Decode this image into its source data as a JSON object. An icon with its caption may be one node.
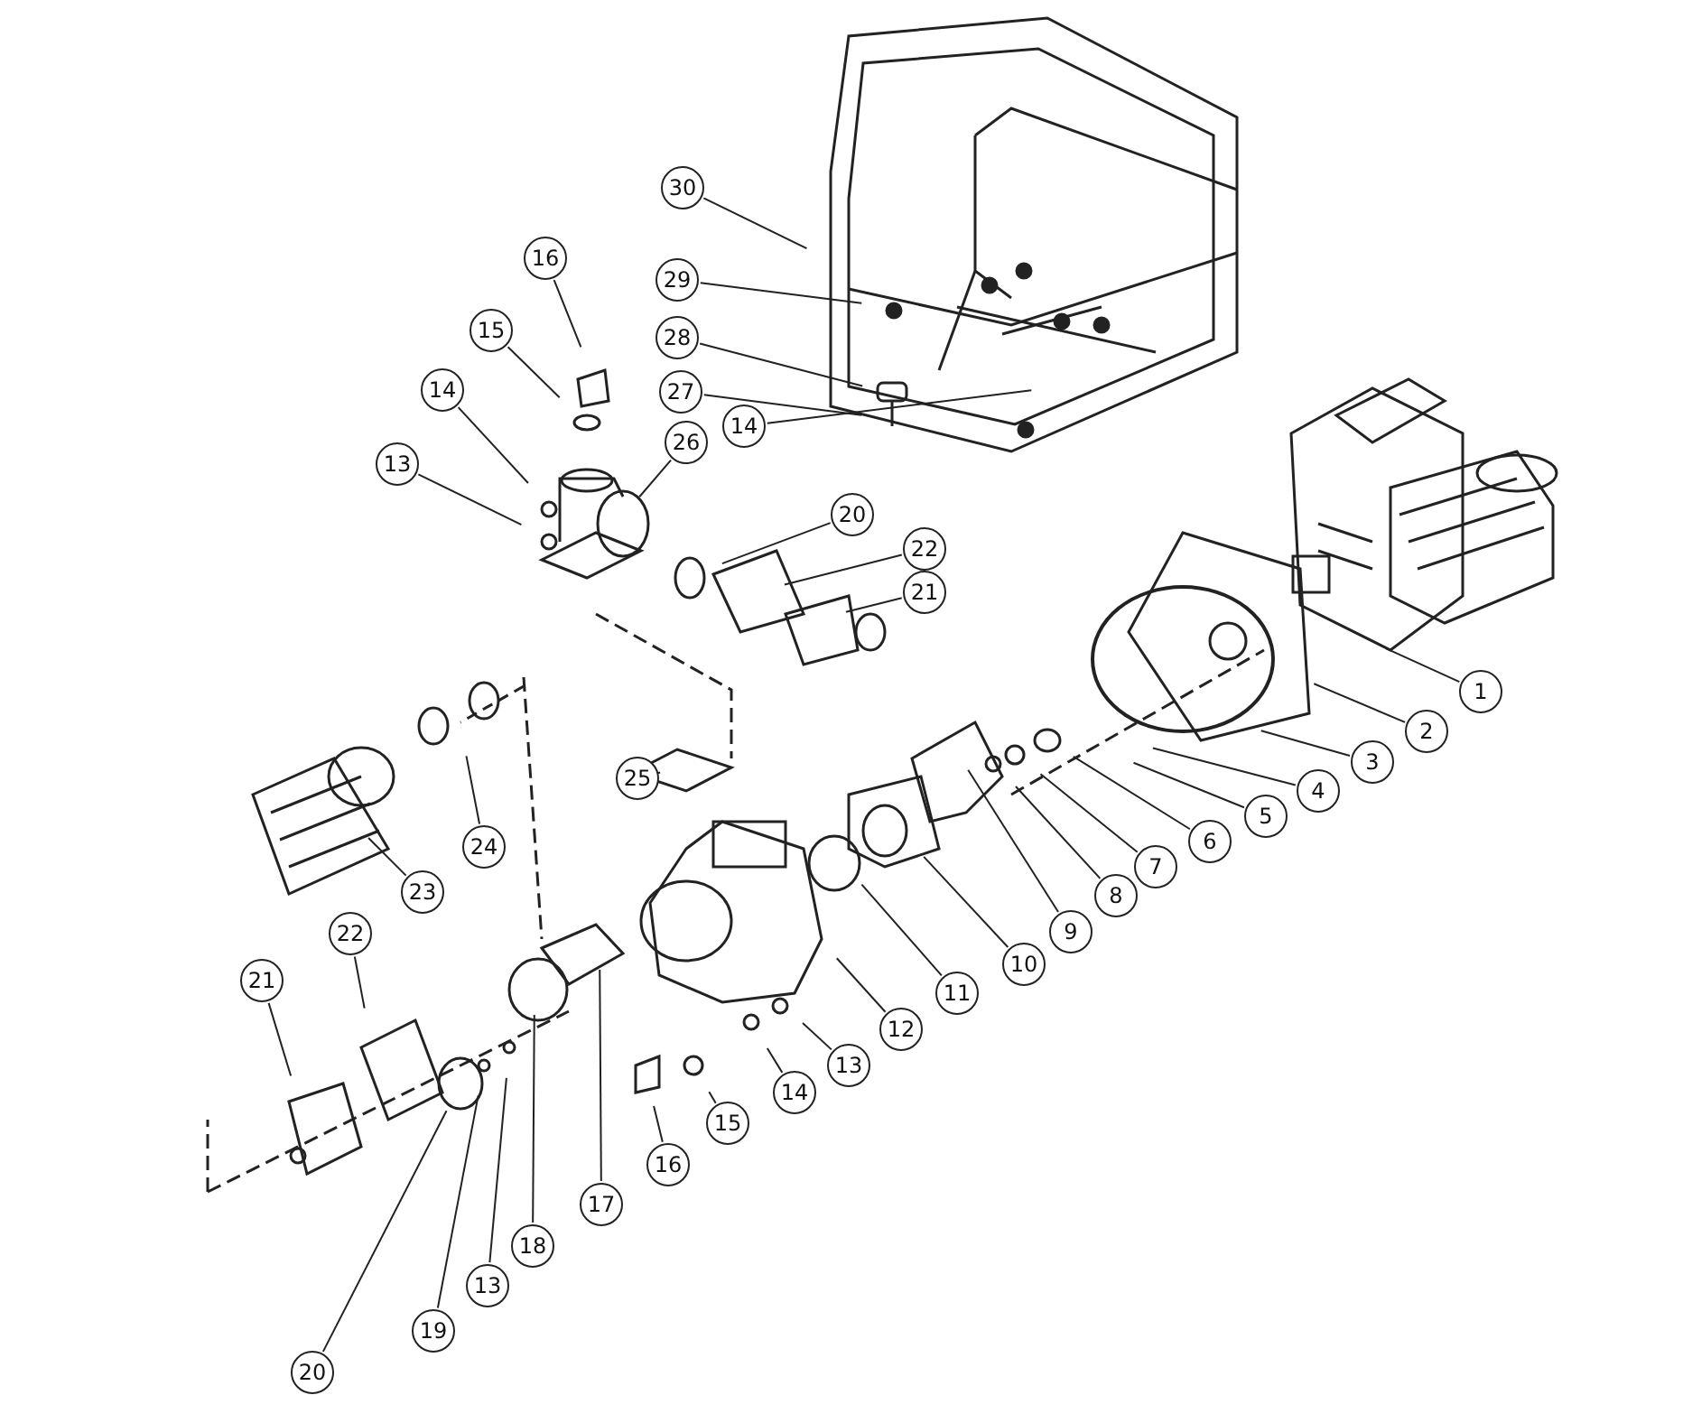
{
  "diagram": {
    "nodes": [
      {
        "text": [
          "30"
        ]
      },
      {
        "text": [
          "16"
        ]
      },
      {
        "text": [
          "29"
        ]
      },
      {
        "text": [
          "15"
        ]
      },
      {
        "text": [
          "28"
        ]
      },
      {
        "text": [
          "27"
        ]
      },
      {
        "text": [
          "14"
        ]
      },
      {
        "text": [
          "14"
        ]
      },
      {
        "text": [
          "13"
        ]
      },
      {
        "text": [
          "26"
        ]
      },
      {
        "text": [
          "20"
        ]
      },
      {
        "text": [
          "22"
        ]
      },
      {
        "text": [
          "21"
        ]
      },
      {
        "text": [
          "1"
        ]
      },
      {
        "text": [
          "2"
        ]
      },
      {
        "text": [
          "3"
        ]
      },
      {
        "text": [
          "4"
        ]
      },
      {
        "text": [
          "5"
        ]
      },
      {
        "text": [
          "6"
        ]
      },
      {
        "text": [
          "7"
        ]
      },
      {
        "text": [
          "8"
        ]
      },
      {
        "text": [
          "9"
        ]
      },
      {
        "text": [
          "10"
        ]
      },
      {
        "text": [
          "11"
        ]
      },
      {
        "text": [
          "12"
        ]
      },
      {
        "text": [
          "13"
        ]
      },
      {
        "text": [
          "14"
        ]
      },
      {
        "text": [
          "15"
        ]
      },
      {
        "text": [
          "16"
        ]
      },
      {
        "text": [
          "17"
        ]
      },
      {
        "text": [
          "18"
        ]
      },
      {
        "text": [
          "13"
        ]
      },
      {
        "text": [
          "19"
        ]
      },
      {
        "text": [
          "20"
        ]
      },
      {
        "text": [
          "21"
        ]
      },
      {
        "text": [
          "22"
        ]
      },
      {
        "text": [
          "23"
        ]
      },
      {
        "text": [
          "24"
        ]
      },
      {
        "text": [
          "25"
        ]
      }
    ],
    "edges": [
      {
        "from": 0,
        "to": null,
        "arrow": "none"
      },
      {
        "from": 1,
        "to": null,
        "arrow": "none"
      },
      {
        "from": 2,
        "to": null,
        "arrow": "none"
      },
      {
        "from": 3,
        "to": null,
        "arrow": "none"
      },
      {
        "from": 4,
        "to": null,
        "arrow": "none"
      },
      {
        "from": 5,
        "to": null,
        "arrow": "none"
      },
      {
        "from": 6,
        "to": null,
        "arrow": "none"
      },
      {
        "from": 7,
        "to": null,
        "arrow": "none"
      },
      {
        "from": 8,
        "to": null,
        "arrow": "none"
      },
      {
        "from": 9,
        "to": null,
        "arrow": "none"
      },
      {
        "from": 10,
        "to": null,
        "arrow": "none"
      },
      {
        "from": 11,
        "to": null,
        "arrow": "none"
      },
      {
        "from": 12,
        "to": null,
        "arrow": "none"
      },
      {
        "from": 13,
        "to": null,
        "arrow": "none"
      },
      {
        "from": 14,
        "to": null,
        "arrow": "none"
      },
      {
        "from": 15,
        "to": null,
        "arrow": "none"
      },
      {
        "from": 16,
        "to": null,
        "arrow": "none"
      },
      {
        "from": 17,
        "to": null,
        "arrow": "none"
      },
      {
        "from": 18,
        "to": null,
        "arrow": "none"
      },
      {
        "from": 19,
        "to": null,
        "arrow": "none"
      },
      {
        "from": 20,
        "to": null,
        "arrow": "none"
      },
      {
        "from": 21,
        "to": null,
        "arrow": "none"
      },
      {
        "from": 22,
        "to": null,
        "arrow": "none"
      },
      {
        "from": 23,
        "to": null,
        "arrow": "none"
      },
      {
        "from": 24,
        "to": null,
        "arrow": "none"
      },
      {
        "from": 25,
        "to": null,
        "arrow": "none"
      },
      {
        "from": 26,
        "to": null,
        "arrow": "none"
      },
      {
        "from": 27,
        "to": null,
        "arrow": "none"
      },
      {
        "from": 28,
        "to": null,
        "arrow": "none"
      },
      {
        "from": 29,
        "to": null,
        "arrow": "none"
      },
      {
        "from": 30,
        "to": null,
        "arrow": "none"
      },
      {
        "from": 31,
        "to": null,
        "arrow": "none"
      },
      {
        "from": 32,
        "to": null,
        "arrow": "none"
      },
      {
        "from": 33,
        "to": null,
        "arrow": "none"
      },
      {
        "from": 34,
        "to": null,
        "arrow": "none"
      },
      {
        "from": 35,
        "to": null,
        "arrow": "none"
      },
      {
        "from": 36,
        "to": null,
        "arrow": "none"
      },
      {
        "from": 37,
        "to": null,
        "arrow": "none"
      },
      {
        "from": 38,
        "to": null,
        "arrow": "none"
      }
    ]
  }
}
